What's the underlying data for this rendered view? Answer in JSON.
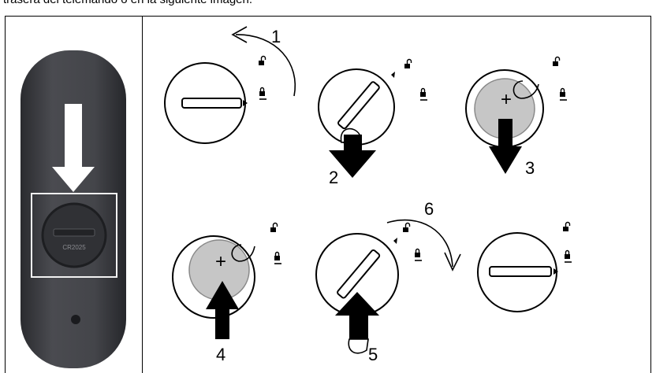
{
  "caption": "trasera del telemando o en la siguiente imagen.",
  "photo": {
    "battery_label": "CR2025"
  },
  "steps": {
    "s1": "1",
    "s2": "2",
    "s3": "3",
    "s4": "4",
    "s5": "5",
    "s6": "6"
  },
  "colors": {
    "remote_body": "#3f4044",
    "battery_fill": "#c6c6c6",
    "arrow": "#000000"
  }
}
